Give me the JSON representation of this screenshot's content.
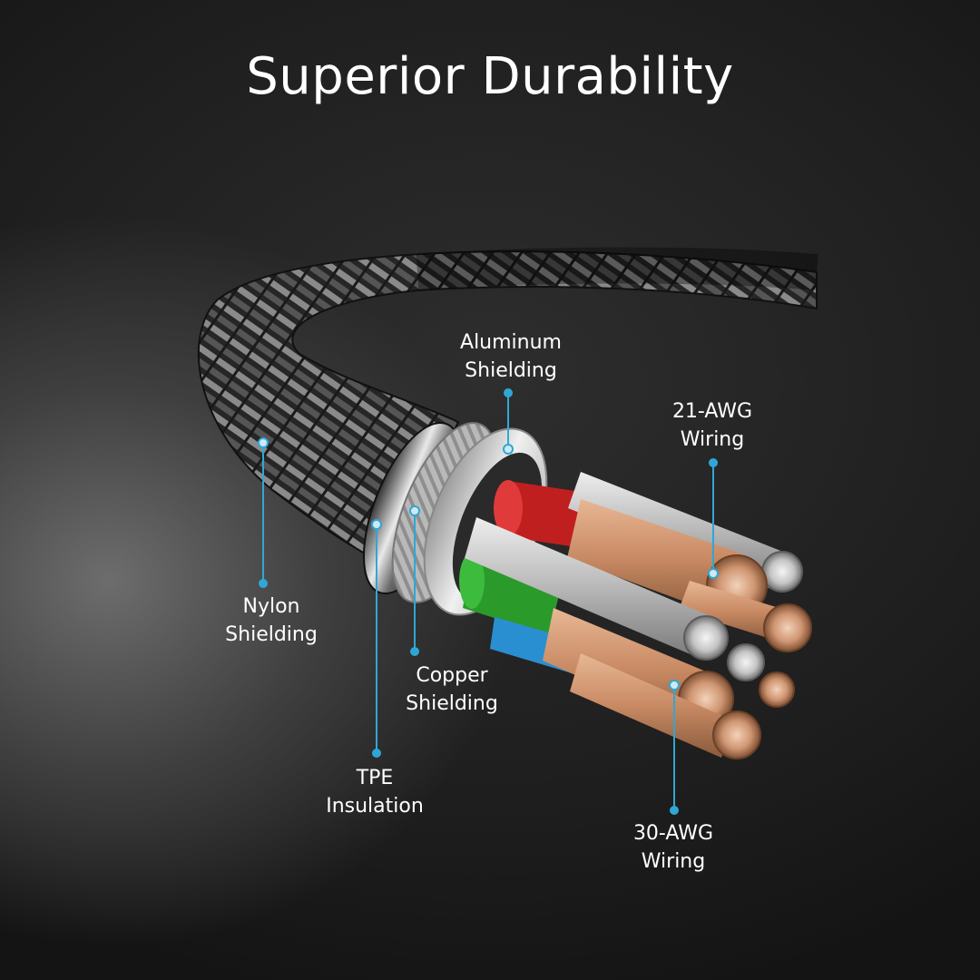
{
  "title": "Superior Durability",
  "accent_color": "#2fa7d6",
  "labels": {
    "aluminum": [
      "Aluminum",
      "Shielding"
    ],
    "awg21": [
      "21-AWG",
      "Wiring"
    ],
    "nylon": [
      "Nylon",
      "Shielding"
    ],
    "copper": [
      "Copper",
      "Shielding"
    ],
    "tpe": [
      "TPE",
      "Insulation"
    ],
    "awg30": [
      "30-AWG",
      "Wiring"
    ]
  }
}
